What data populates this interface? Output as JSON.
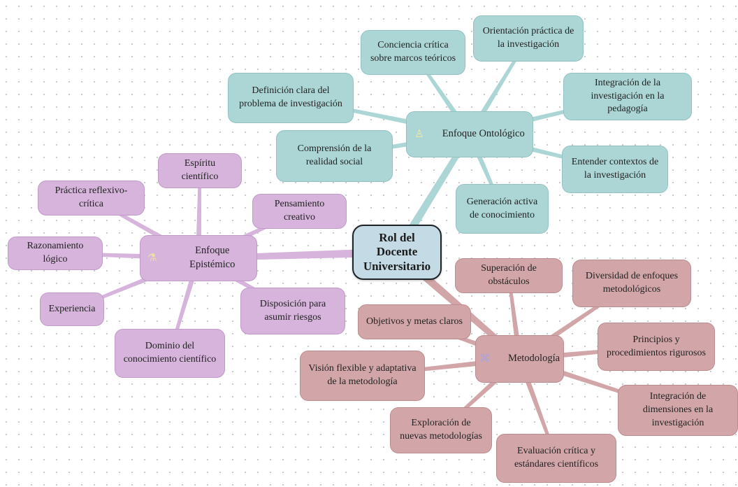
{
  "center": {
    "label": "Rol del Docente Universitario"
  },
  "branches": {
    "ontologico": {
      "label": "Enfoque Ontológico",
      "icon": "people-icon",
      "color": "#acd6d6",
      "line_color": "#acd6d6",
      "topics": [
        "Conciencia crítica sobre marcos teóricos",
        "Orientación práctica de la investigación",
        "Definición clara del problema de investigación",
        "Integración de la investigación en la pedagogía",
        "Comprensión de la realidad social",
        "Entender contextos de la investigación",
        "Generación activa de conocimiento"
      ]
    },
    "epistemico": {
      "label": "Enfoque Epistémico",
      "icon": "flask-icon",
      "color": "#d6b4dc",
      "line_color": "#d6b4dc",
      "topics": [
        "Espíritu científico",
        "Práctica reflexivo-crítica",
        "Pensamiento creativo",
        "Razonamiento lógico",
        "Experiencia",
        "Disposición para asumir riesgos",
        "Dominio del conocimiento científico"
      ]
    },
    "metodologia": {
      "label": "Metodología",
      "icon": "network-icon",
      "color": "#d2a6a8",
      "line_color": "#d2a6a8",
      "topics": [
        "Superación de obstáculos",
        "Diversidad de enfoques metodológicos",
        "Objetivos y metas claros",
        "Principios y procedimientos rigurosos",
        "Visión flexible y adaptativa de la metodología",
        "Integración de dimensiones en la investigación",
        "Exploración de nuevas metodologías",
        "Evaluación crítica y estándares científicos"
      ]
    }
  }
}
